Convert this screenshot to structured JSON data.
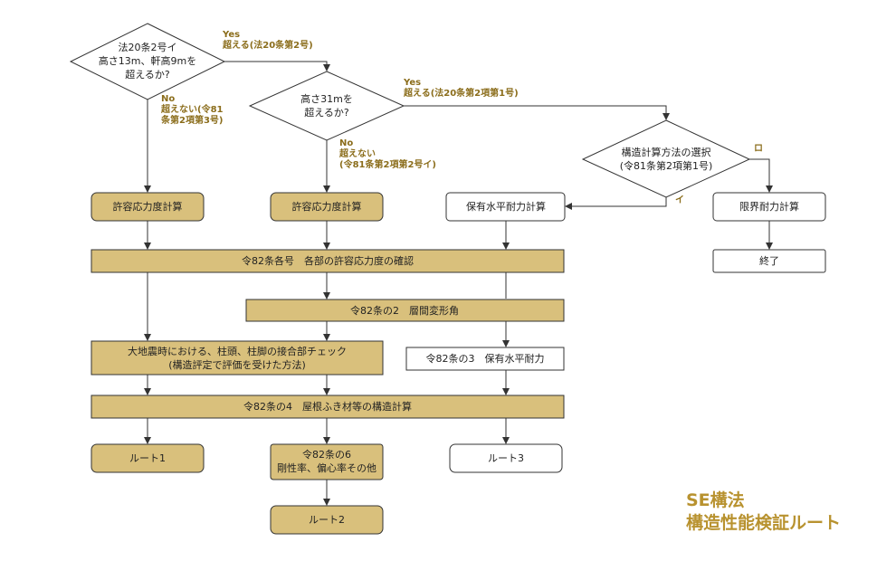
{
  "title": {
    "line1": "SE構法",
    "line2": "構造性能検証ルート"
  },
  "decisions": {
    "d1": [
      "法20条2号イ",
      "高さ13m、軒高9mを",
      "超えるか?"
    ],
    "d2": [
      "高さ31mを",
      "超えるか?"
    ],
    "d3": [
      "構造計算方法の選択",
      "(令81条第2項第1号)"
    ]
  },
  "labels": {
    "yes1": [
      "Yes",
      "超える(法20条第2号)"
    ],
    "no1": [
      "No",
      "超えない(令81",
      "条第2項第3号)"
    ],
    "yes2": [
      "Yes",
      "超える(法20条第2項第1号)"
    ],
    "no2": [
      "No",
      "超えない",
      "(令81条第2項第2号イ)"
    ],
    "i": "イ",
    "ro": "ロ"
  },
  "boxes": {
    "kyoyo1": "許容応力度計算",
    "kyoyo2": "許容応力度計算",
    "hoyu_calc": "保有水平耐力計算",
    "genkai": "限界耐力計算",
    "end": "終了",
    "rei82": "令82条各号　各部の許容応力度の確認",
    "rei82_2": "令82条の2　層間変形角",
    "jishin": [
      "大地震時における、柱頭、柱脚の接合部チェック",
      "(構造評定で評価を受けた方法)"
    ],
    "rei82_3": "令82条の3　保有水平耐力",
    "rei82_4": "令82条の4　屋根ふき材等の構造計算",
    "route1": "ルート1",
    "rei82_6": [
      "令82条の6",
      "剛性率、偏心率その他"
    ],
    "route3": "ルート3",
    "route2": "ルート2"
  },
  "colors": {
    "gold_fill": "#d9c07c",
    "label": "#8b6d1b",
    "title": "#b8922f",
    "line": "#333333"
  }
}
